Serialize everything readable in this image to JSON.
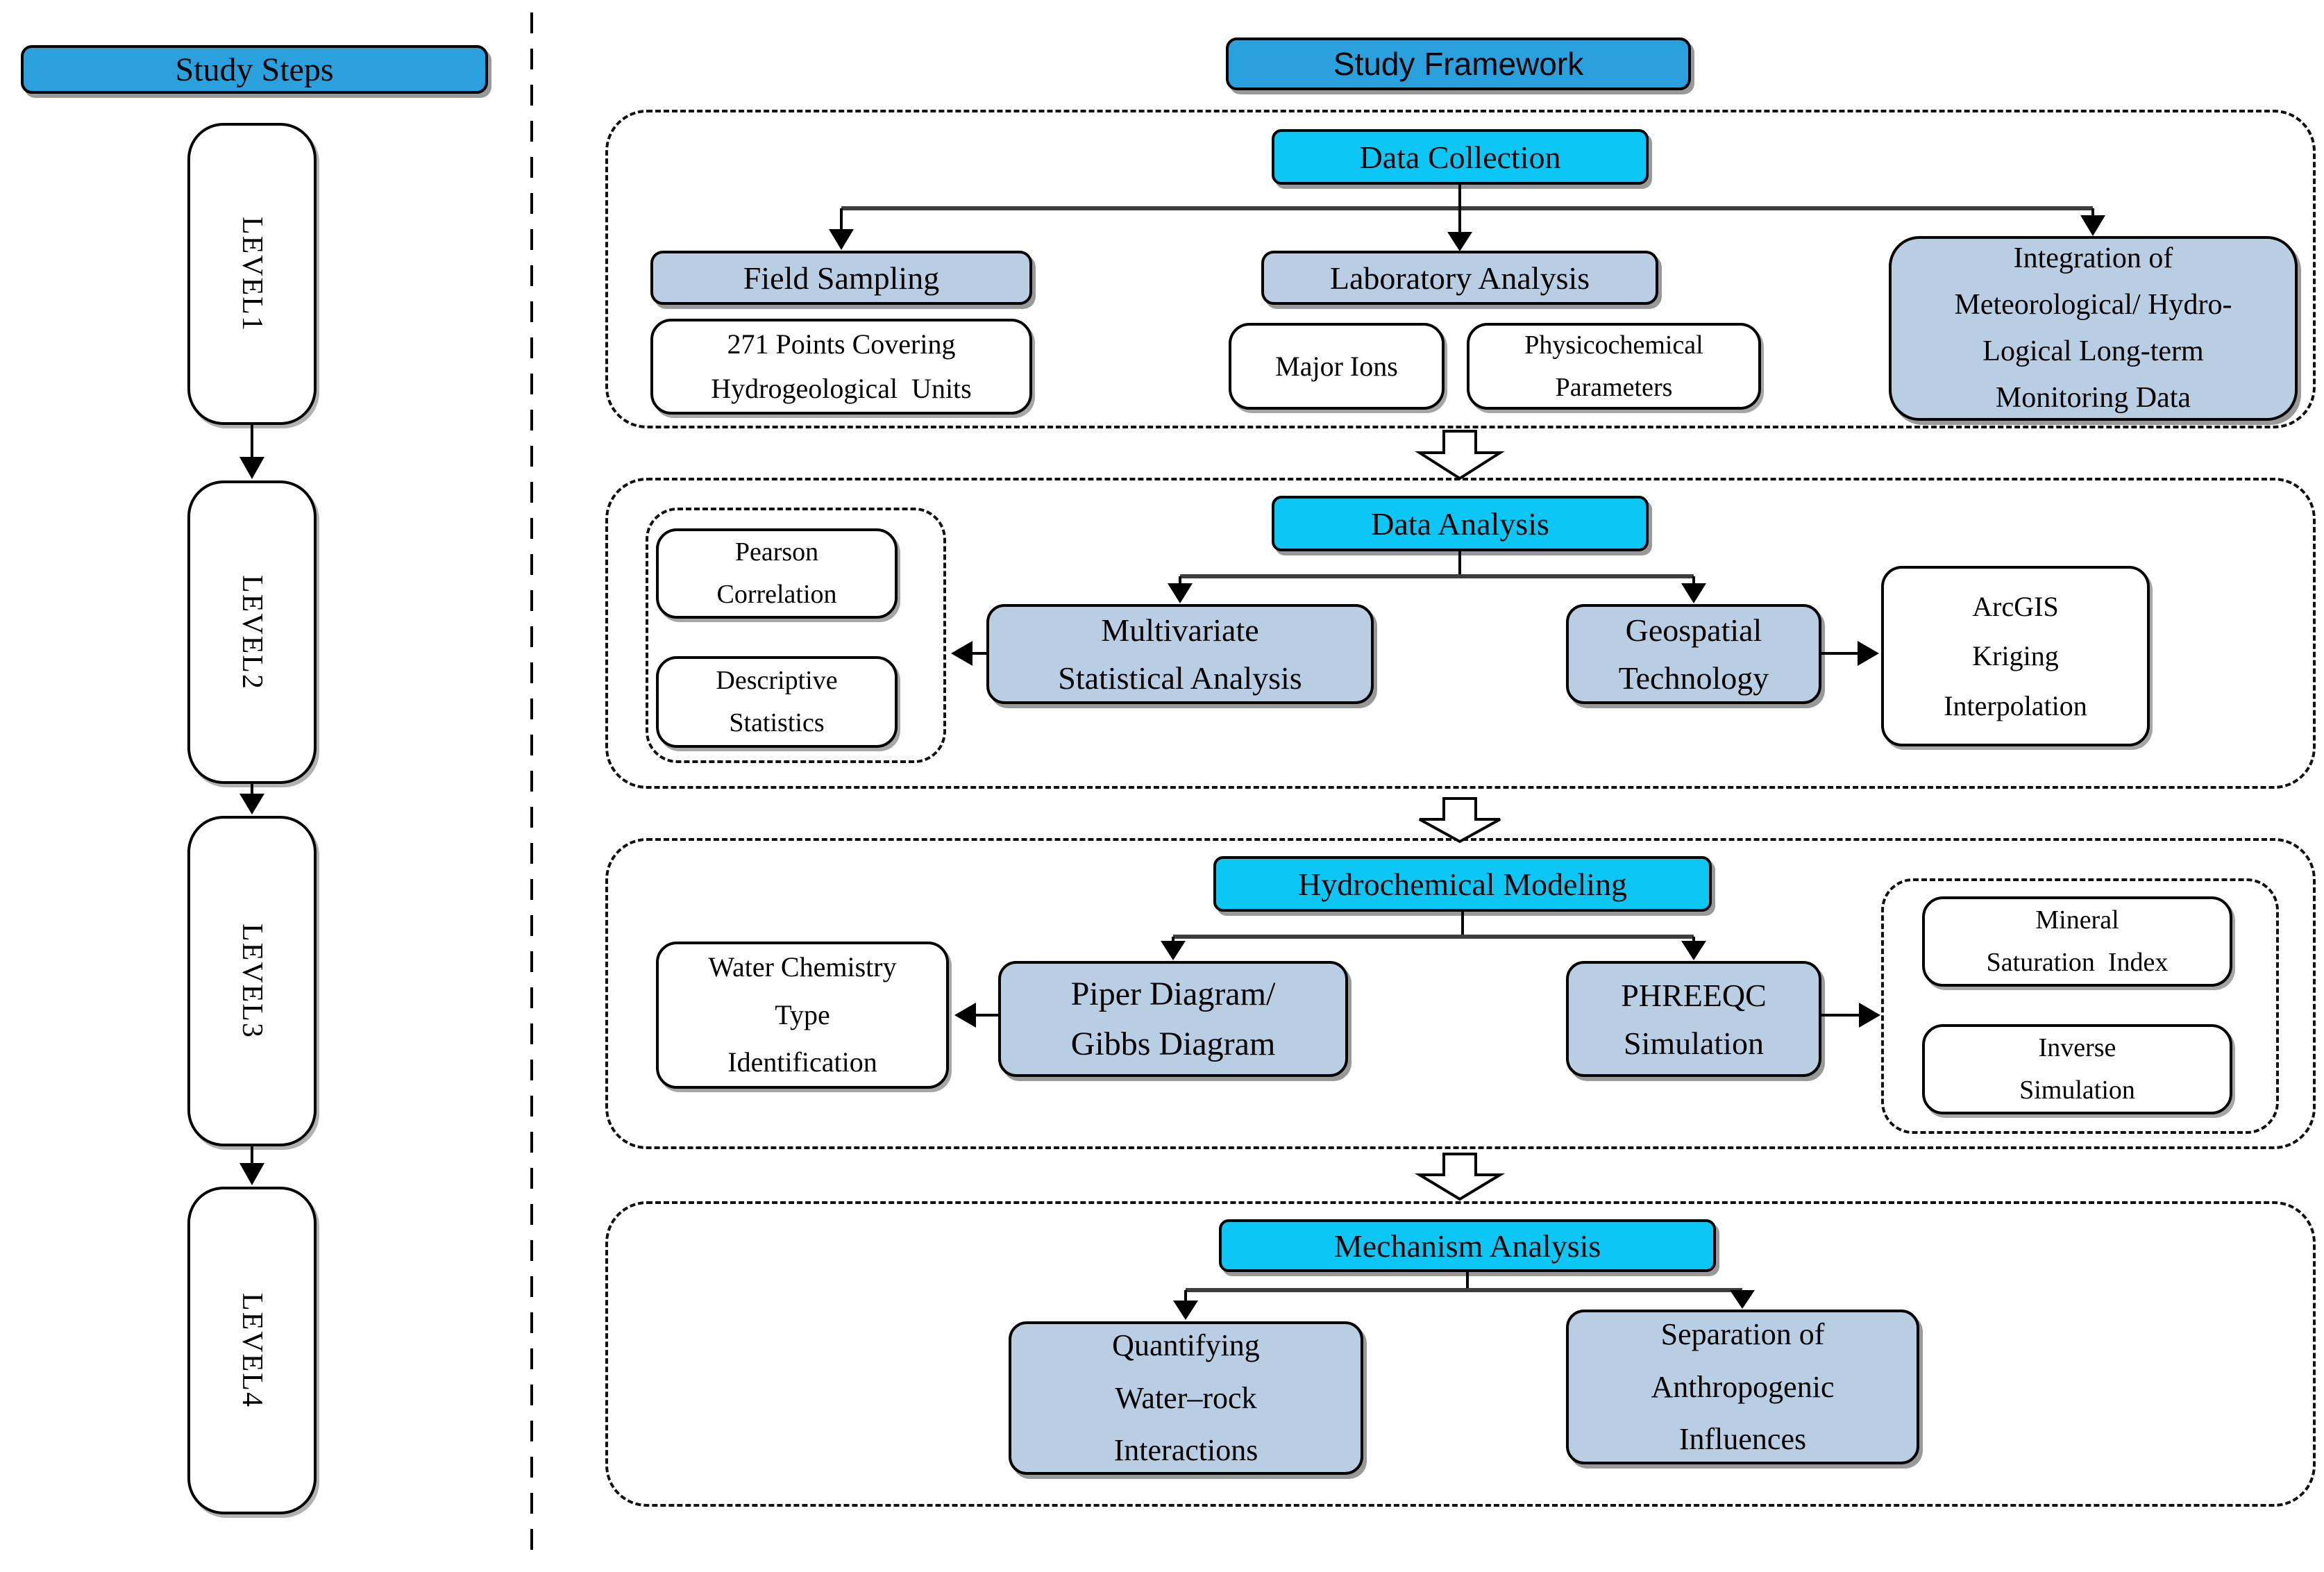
{
  "colors": {
    "header_blue": "#2aa0dc",
    "section_cyan": "#0cc7f5",
    "sub_box_blue": "#b9cee3",
    "box_white": "#ffffff",
    "border_black": "#000000"
  },
  "left_panel": {
    "title": "Study Steps",
    "levels": [
      {
        "label": "LEVEL1"
      },
      {
        "label": "LEVEL2"
      },
      {
        "label": "LEVEL3"
      },
      {
        "label": "LEVEL4"
      }
    ]
  },
  "framework": {
    "title": "Study Framework",
    "sections": {
      "data_collection": {
        "title": "Data Collection",
        "field_sampling": "Field Sampling",
        "points": "271 Points Covering\nHydrogeological  Units",
        "laboratory": "Laboratory Analysis",
        "major_ions": "Major Ions",
        "physicochemical": "Physicochemical\nParameters",
        "integration": "Integration of\nMeteorological/ Hydro-\nLogical Long-term\nMonitoring Data"
      },
      "data_analysis": {
        "title": "Data Analysis",
        "pearson": "Pearson\nCorrelation",
        "descriptive": "Descriptive\nStatistics",
        "multivariate": "Multivariate\nStatistical Analysis",
        "geospatial": "Geospatial\nTechnology",
        "arcgis": "ArcGIS\nKriging\nInterpolation"
      },
      "hydrochemical_modeling": {
        "title": "Hydrochemical Modeling",
        "water_chemistry": "Water Chemistry\nType\nIdentification",
        "piper_gibbs": "Piper Diagram/\nGibbs Diagram",
        "phreeqc": "PHREEQC\nSimulation",
        "mineral_saturation": "Mineral\nSaturation  Index",
        "inverse_simulation": "Inverse\nSimulation"
      },
      "mechanism_analysis": {
        "title": "Mechanism Analysis",
        "quantifying": "Quantifying\nWater–rock\nInteractions",
        "separation": "Separation of\nAnthropogenic\nInfluences"
      }
    }
  }
}
